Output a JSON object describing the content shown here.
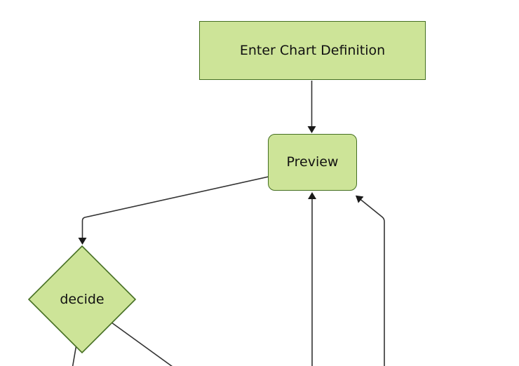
{
  "diagram": {
    "type": "flowchart",
    "colors": {
      "background": "#ffffff",
      "node_fill": "#cde498",
      "node_border": "#456f22",
      "edge": "#333333",
      "arrowhead": "#1a1a1a",
      "text": "#111111"
    },
    "nodes": [
      {
        "id": "enter-chart-definition",
        "shape": "rectangle",
        "label": "Enter Chart Definition"
      },
      {
        "id": "preview",
        "shape": "rounded-rectangle",
        "label": "Preview"
      },
      {
        "id": "decide",
        "shape": "diamond",
        "label": "decide"
      }
    ],
    "edges": [
      {
        "from": "enter-chart-definition",
        "to": "preview",
        "arrow": true
      },
      {
        "from": "preview",
        "to": "decide",
        "arrow": true
      },
      {
        "from": "decide",
        "to": "offscreen-bottom-left",
        "arrow": false
      },
      {
        "from": "decide",
        "to": "offscreen-bottom-right",
        "arrow": false
      },
      {
        "from": "offscreen-bottom-center",
        "to": "preview",
        "arrow": true
      },
      {
        "from": "offscreen-bottom-right",
        "to": "preview",
        "arrow": true
      }
    ]
  }
}
